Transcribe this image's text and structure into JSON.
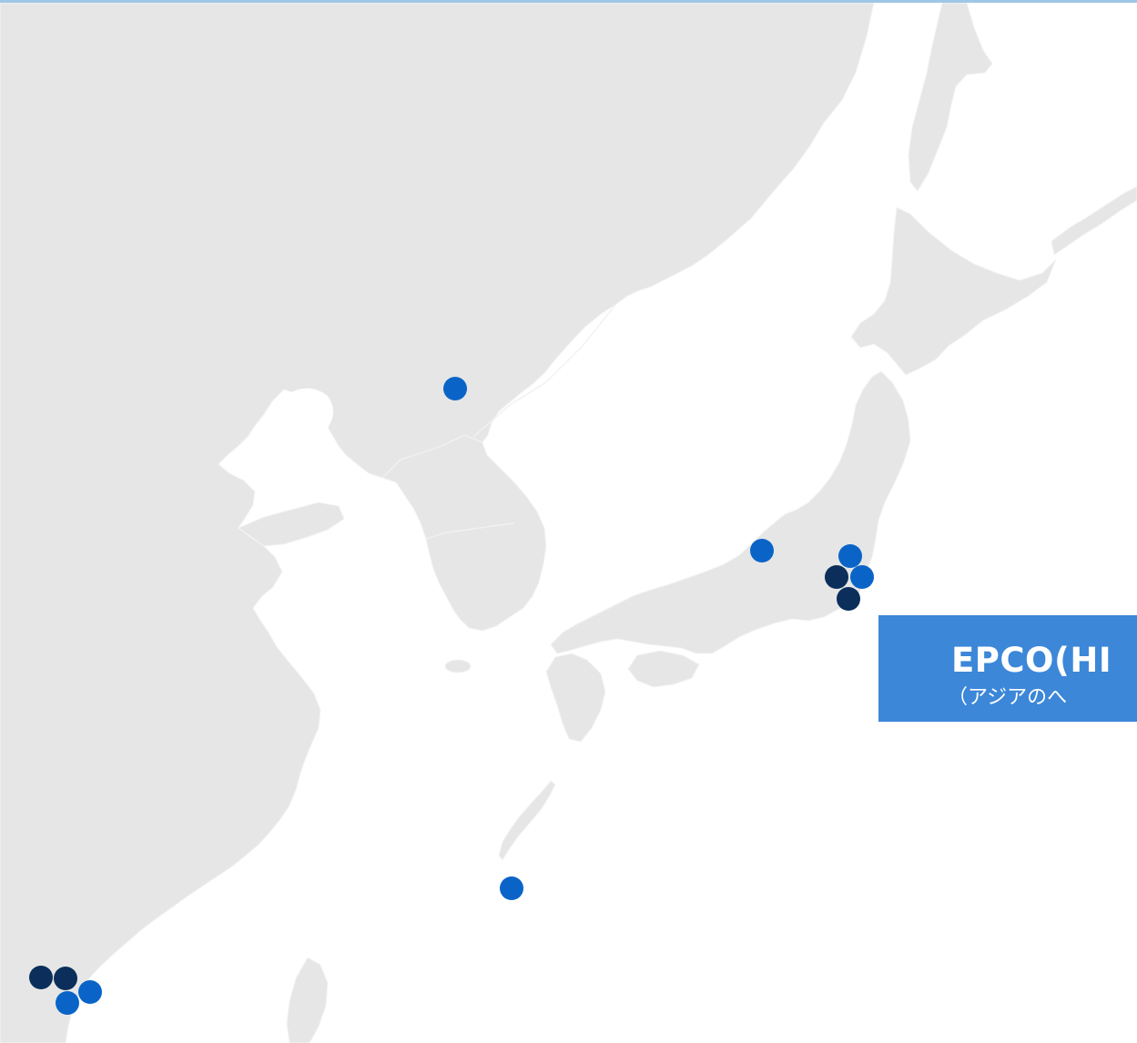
{
  "colors": {
    "top_bar": "#9ec6e6",
    "land": "#e6e6e6",
    "sea": "#ffffff",
    "marker_primary": "#0a64c8",
    "marker_dark": "#0b2f5a",
    "banner_bg": "#3c87d8",
    "banner_text": "#ffffff"
  },
  "banner": {
    "title": "EPCO(HI",
    "subtitle": "（アジアのへ"
  },
  "markers": [
    {
      "location": "north-korea-inland",
      "color": "primary"
    },
    {
      "location": "japan-niigata",
      "color": "primary"
    },
    {
      "location": "japan-tokyo-north",
      "color": "primary"
    },
    {
      "location": "japan-tokyo-west",
      "color": "dark"
    },
    {
      "location": "japan-tokyo-east",
      "color": "primary"
    },
    {
      "location": "japan-tokyo-south",
      "color": "dark"
    },
    {
      "location": "okinawa",
      "color": "primary"
    },
    {
      "location": "south-china-1",
      "color": "dark"
    },
    {
      "location": "south-china-2",
      "color": "dark"
    },
    {
      "location": "south-china-3",
      "color": "primary"
    },
    {
      "location": "south-china-4",
      "color": "primary"
    }
  ]
}
